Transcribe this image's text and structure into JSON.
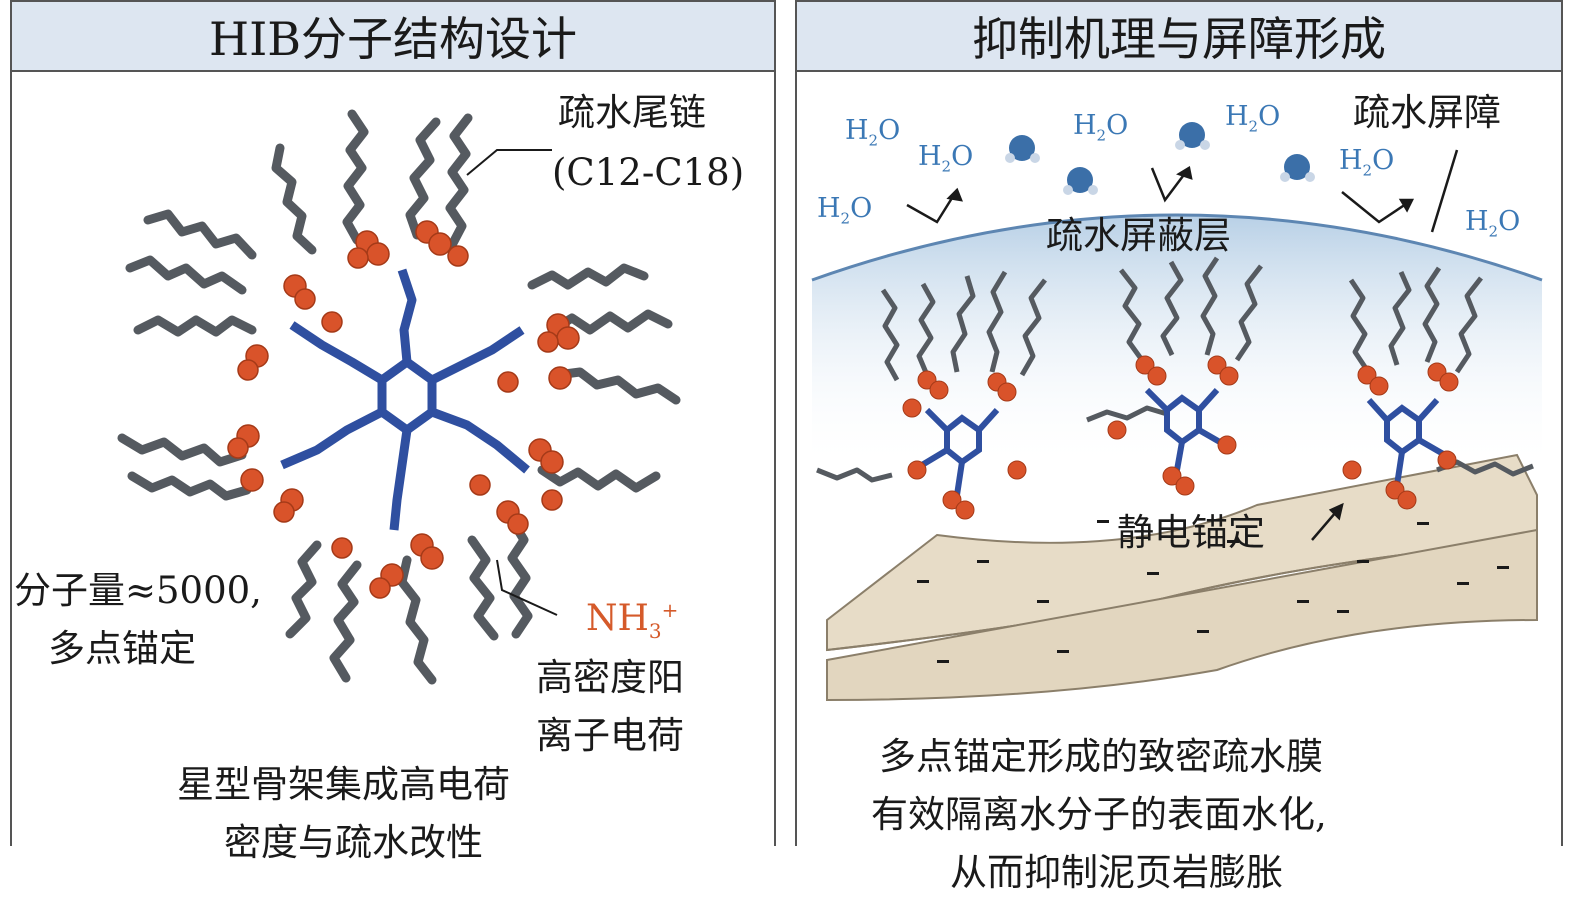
{
  "left_panel": {
    "title": "HIB分子结构设计",
    "tail_label_line1": "疏水尾链",
    "tail_label_line2": "(C12-C18)",
    "mw_label_line1": "分子量≈5000,",
    "mw_label_line2": "多点锚定",
    "ion_label": {
      "base": "NH",
      "sub": "3",
      "sup": "+"
    },
    "charge_label_line1": "高密度阳",
    "charge_label_line2": "离子电荷",
    "caption_line1": "星型骨架集成高电荷",
    "caption_line2": "密度与疏水改性"
  },
  "right_panel": {
    "title": "抑制机理与屏障形成",
    "water_labels": [
      {
        "base": "H",
        "sub": "2",
        "rest": "O"
      }
    ],
    "barrier_label": "疏水屏障",
    "shield_layer_label": "疏水屏蔽层",
    "anchor_label": "静电锚定",
    "caption_line1": "多点锚定形成的致密疏水膜",
    "caption_line2": "有效隔离水分子的表面水化,",
    "caption_line3": "从而抑制泥页岩膨胀"
  },
  "colors": {
    "header_bg": "#dde6f1",
    "backbone": "#2f4fa0",
    "cation": "#d9532a",
    "tail": "#555a60",
    "clay": "#e7dcc7",
    "water": "#3b78b5"
  }
}
